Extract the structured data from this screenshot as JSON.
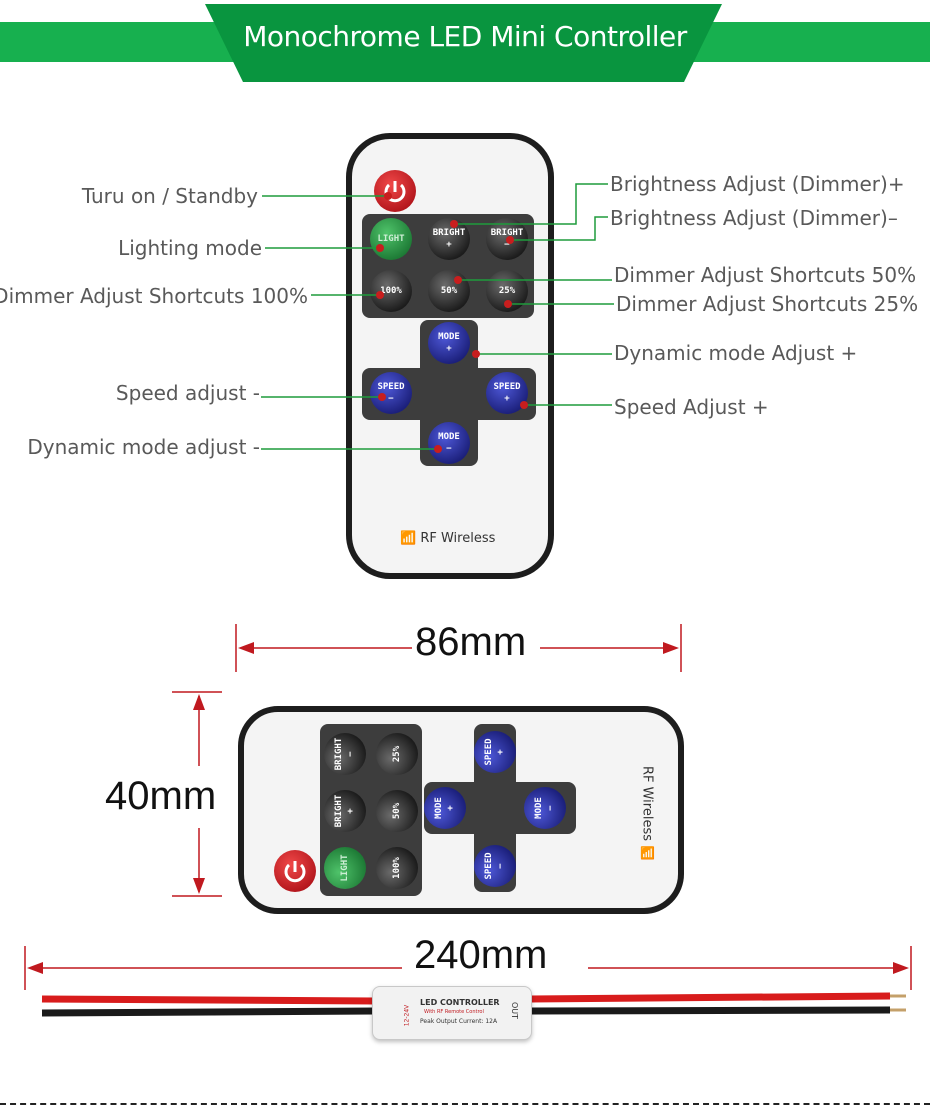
{
  "banner": {
    "title": "Monochrome LED Mini Controller"
  },
  "labels_left": {
    "power": "Turu on / Standby",
    "lighting_mode": "Lighting mode",
    "shortcut_100": "Dimmer Adjust Shortcuts 100%",
    "speed_minus": "Speed adjust -",
    "mode_minus": "Dynamic mode adjust -"
  },
  "labels_right": {
    "bright_plus": "Brightness Adjust (Dimmer)+",
    "bright_minus": "Brightness Adjust (Dimmer)–",
    "shortcut_50": "Dimmer Adjust Shortcuts 50%",
    "shortcut_25": "Dimmer Adjust Shortcuts 25%",
    "mode_plus": "Dynamic mode Adjust +",
    "speed_plus": "Speed Adjust +"
  },
  "remote_buttons": {
    "light": "LIGHT",
    "bright": "BRIGHT",
    "plus": "+",
    "minus": "−",
    "p100": "100%",
    "p50": "50%",
    "p25": "25%",
    "mode": "MODE",
    "speed": "SPEED"
  },
  "rf_label": "RF Wireless",
  "dimensions": {
    "width": "86mm",
    "height": "40mm",
    "cable": "240mm"
  },
  "controller": {
    "title": "LED CONTROLLER",
    "subtitle": "With RF Remote Control",
    "rating": "Peak Output Current: 12A",
    "left_side": "12-24V",
    "right_side": "OUT"
  },
  "colors": {
    "banner_green": "#0aa24a",
    "leader_line": "#1e9b3c",
    "dimension_red": "#c0191f"
  }
}
